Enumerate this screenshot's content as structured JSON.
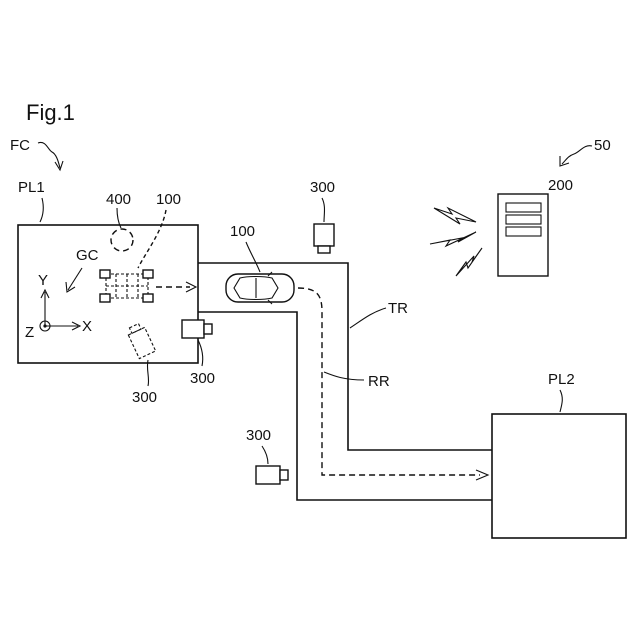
{
  "figure": {
    "title": "Fig.1",
    "labels": {
      "fc": "FC",
      "pl1": "PL1",
      "pl2": "PL2",
      "tr": "TR",
      "rr": "RR",
      "gc": "GC",
      "ref_400": "400",
      "ref_100_factory": "100",
      "ref_100_car": "100",
      "ref_300_top": "300",
      "ref_300_right": "300",
      "ref_300_left": "300",
      "ref_300_bottom": "300",
      "ref_200": "200",
      "ref_50": "50",
      "axis_y": "Y",
      "axis_x": "X",
      "axis_z": "Z"
    }
  }
}
